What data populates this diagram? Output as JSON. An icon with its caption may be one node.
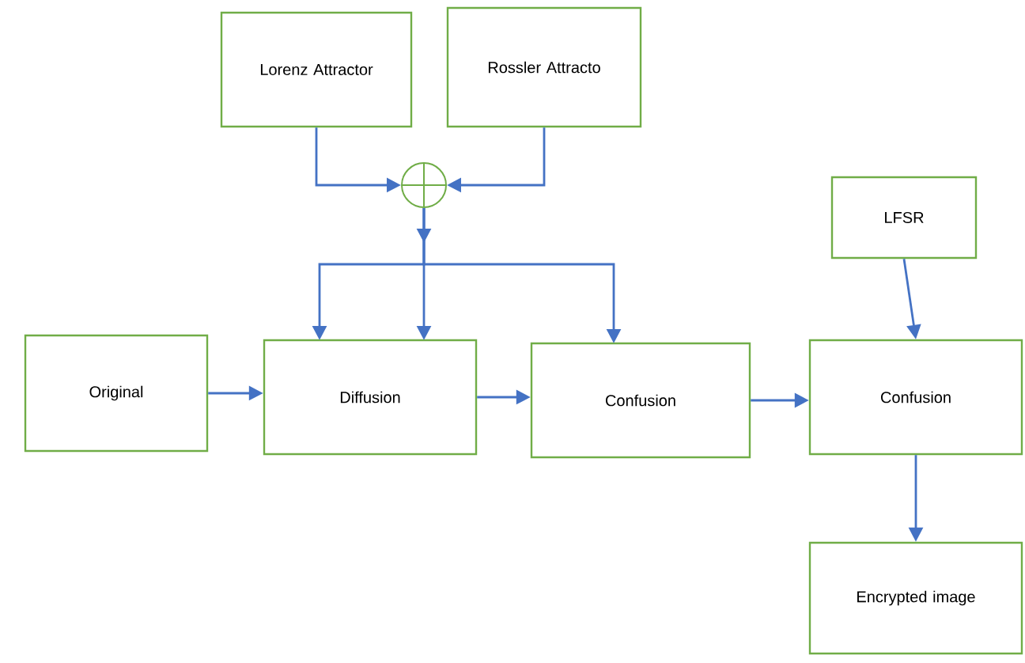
{
  "diagram": {
    "nodes": [
      {
        "text": [
          "Lorenz Attractor"
        ]
      },
      {
        "text": [
          "Rossler Attracto"
        ]
      },
      {
        "text": [],
        "shape": "circle"
      },
      {
        "text": [
          "Original"
        ]
      },
      {
        "text": [
          "Diffusion"
        ]
      },
      {
        "text": [
          "Confusion"
        ]
      },
      {
        "text": [
          "LFSR"
        ]
      },
      {
        "text": [
          "Confusion"
        ]
      },
      {
        "text": [
          "Encrypted image"
        ]
      }
    ],
    "edges": [
      {
        "from": 0,
        "to": 2,
        "arrow": "to"
      },
      {
        "from": 1,
        "to": 2,
        "arrow": "to"
      },
      {
        "from": 2,
        "to": 4,
        "arrow": "to"
      },
      {
        "from": 2,
        "to": 4,
        "arrow": "to"
      },
      {
        "from": 2,
        "to": 5,
        "arrow": "to"
      },
      {
        "from": 3,
        "to": 4,
        "arrow": "to"
      },
      {
        "from": 4,
        "to": 5,
        "arrow": "to"
      },
      {
        "from": 5,
        "to": 7,
        "arrow": "to"
      },
      {
        "from": 6,
        "to": 7,
        "arrow": "to"
      },
      {
        "from": 7,
        "to": 8,
        "arrow": "to"
      }
    ]
  }
}
